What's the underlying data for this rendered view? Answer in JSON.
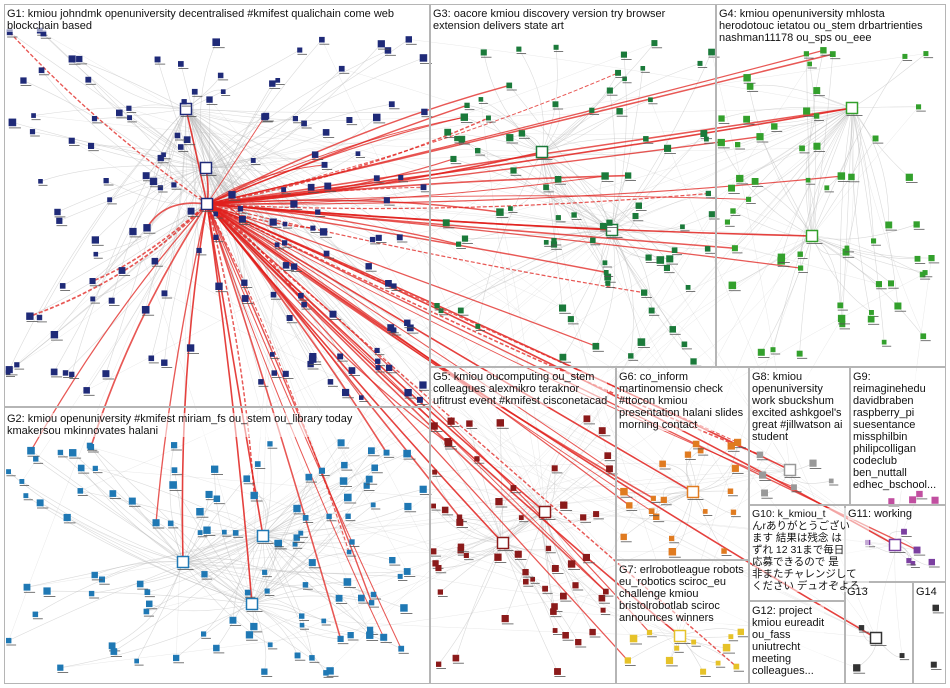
{
  "groups": [
    {
      "id": "G1",
      "label_lines": [
        "G1: kmiou johndmk openuniversity decentralised #kmifest qualichain come web",
        "blockchain based"
      ],
      "color": "#1f2a78"
    },
    {
      "id": "G2",
      "label_lines": [
        "G2: kmiou openuniversity #kmifest miriam_fs ou_stem ou_library today",
        "kmakersou mkinnovates halani"
      ],
      "color": "#1f78b4"
    },
    {
      "id": "G3",
      "label_lines": [
        "G3: oacore kmiou discovery version try browser",
        "extension delivers state art"
      ],
      "color": "#1b7a3a"
    },
    {
      "id": "G4",
      "label_lines": [
        "G4: kmiou openuniversity mhlosta",
        "herodotouc ietatou ou_stem drbartrienties",
        "nashman11178 ou_sps ou_eee"
      ],
      "color": "#33a02c"
    },
    {
      "id": "G5",
      "label_lines": [
        "G5: kmiou oucomputing ou_stem",
        "colleagues alexmikro teraknor",
        "ufitrust event #kmifest cisconetacad"
      ],
      "color": "#8b1a1a"
    },
    {
      "id": "G6",
      "label_lines": [
        "G6: co_inform",
        "martinomensio check",
        "#ttocon kmiou",
        "presentation halani slides",
        "morning contact"
      ],
      "color": "#e07b20"
    },
    {
      "id": "G7",
      "label_lines": [
        "G7: erlrobotleague robots",
        "eu_robotics sciroc_eu",
        "challenge kmiou",
        "bristolrobotlab sciroc",
        "announces winners"
      ],
      "color": "#e6c229"
    },
    {
      "id": "G8",
      "label_lines": [
        "G8: kmiou",
        "openuniversity",
        "work sbuckshum",
        "excited ashkgoel's",
        "great #jillwatson ai",
        "student"
      ],
      "color": "#999999"
    },
    {
      "id": "G9",
      "label_lines": [
        "G9:",
        "reimaginehedu",
        "davidbraben",
        "raspberry_pi",
        "suesentance",
        "missphilbin",
        "philipcolligan",
        "codeclub",
        "ben_nuttall",
        "edhec_bschool..."
      ],
      "color": "#c14fa0"
    },
    {
      "id": "G10",
      "label_lines": [
        "G10: k_kmiou_t",
        "んrありがとうござい",
        "ます 結果は残念 は",
        "ずれ 12 31まで毎日",
        "応募できるので 是",
        "非またチャレンジして",
        "ください デュオぞよろ..."
      ],
      "color": "#555555"
    },
    {
      "id": "G11",
      "label_lines": [
        "G11: working"
      ],
      "color": "#7b3fa0"
    },
    {
      "id": "G12",
      "label_lines": [
        "G12: project",
        "kmiou eureadit",
        "ou_fass",
        "uniutrecht",
        "meeting",
        "colleagues..."
      ],
      "color": "#333333"
    },
    {
      "id": "G13",
      "label_lines": [
        "G13"
      ],
      "color": "#333333"
    },
    {
      "id": "G14",
      "label_lines": [
        "G14"
      ],
      "color": "#333333"
    }
  ],
  "colors": {
    "edge_gray": "#bcbcbc",
    "edge_red": "#e0201c",
    "border": "#b5b5b5"
  }
}
